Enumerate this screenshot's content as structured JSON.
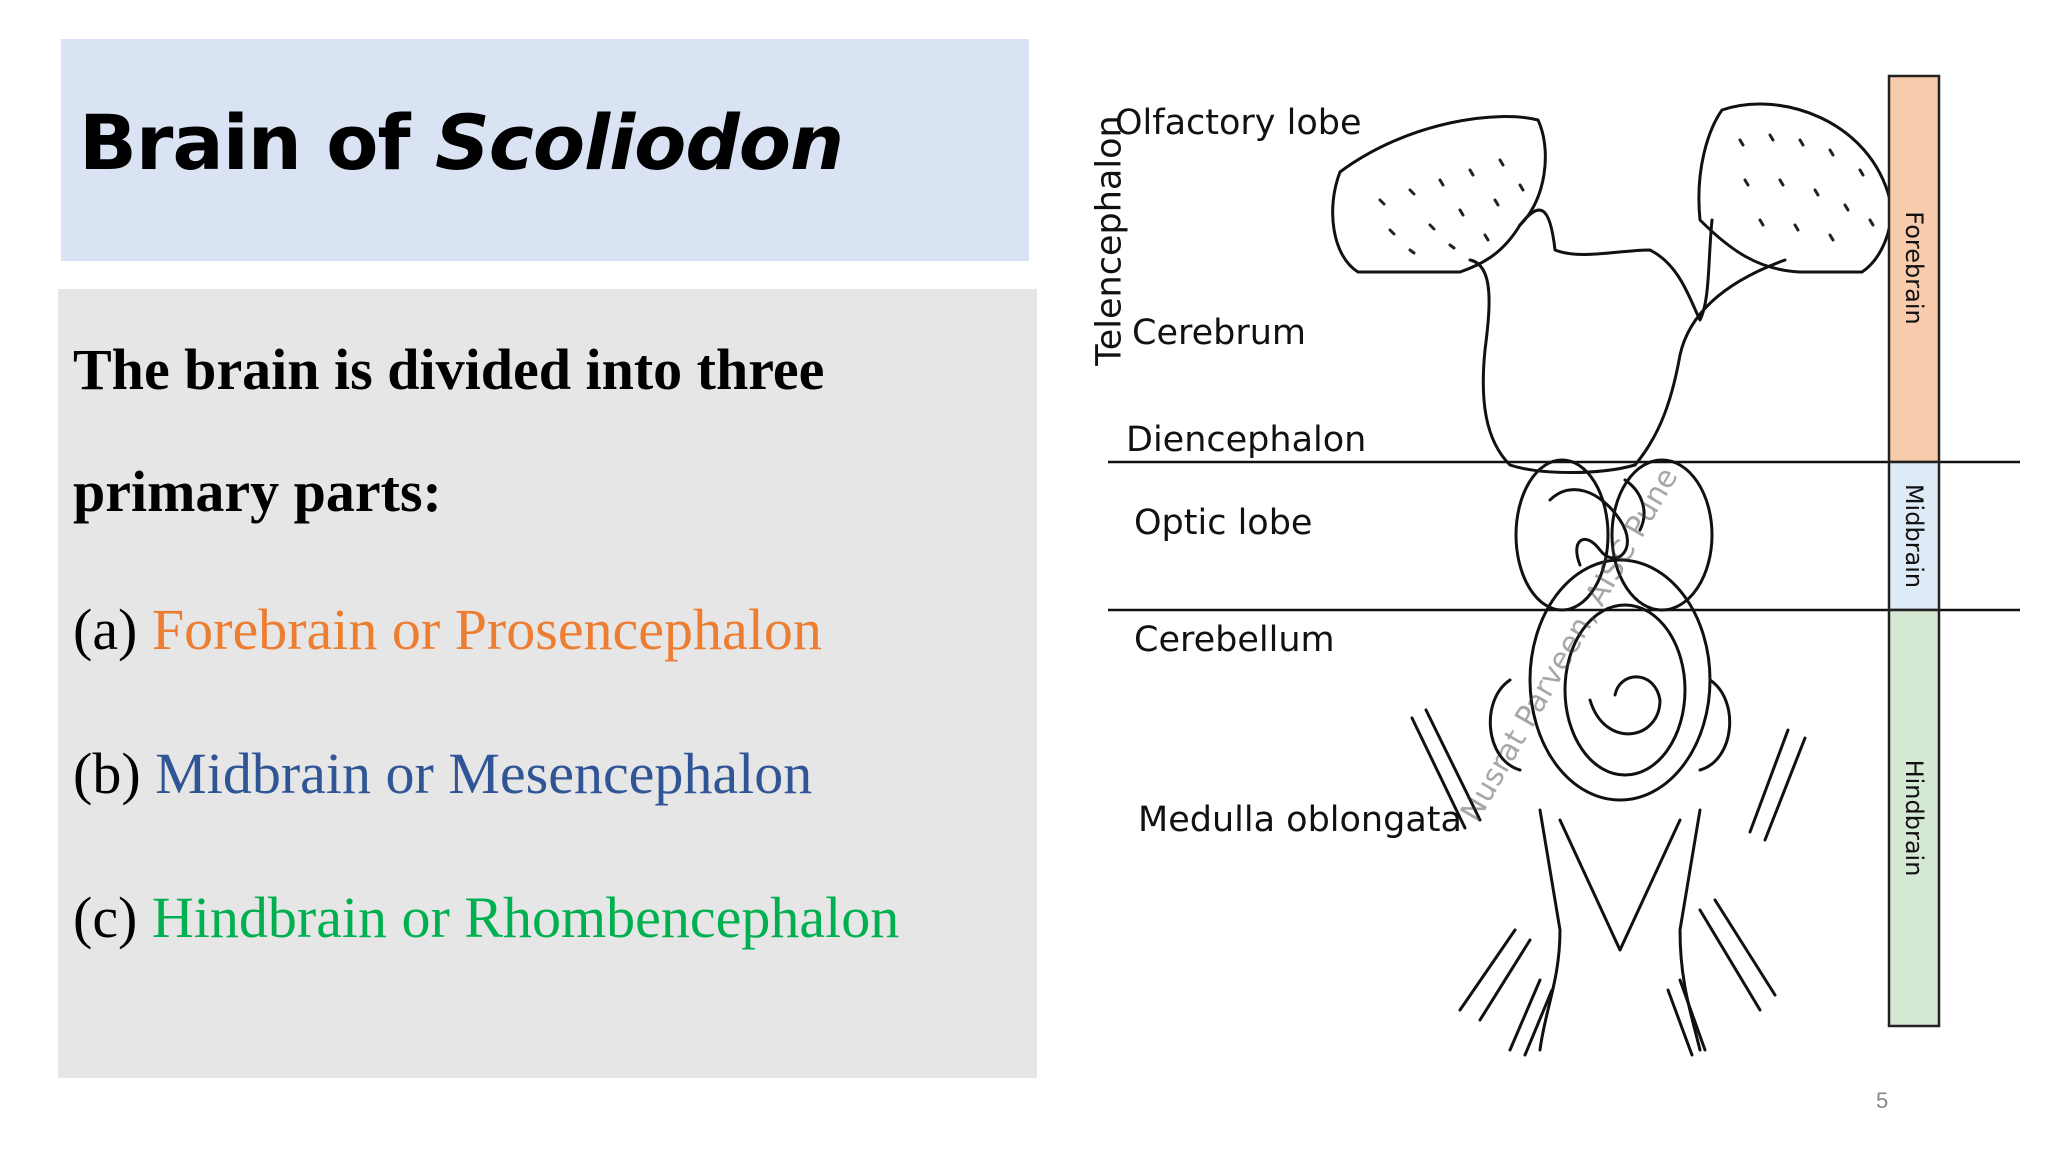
{
  "slide": {
    "title_regular": "Brain of ",
    "title_italic": "Scoliodon",
    "intro_line1": "The brain is divided into three",
    "intro_line2": "primary parts:",
    "items": [
      {
        "prefix": "(a) ",
        "text": "Forebrain or Prosencephalon",
        "color": "#ed7d31"
      },
      {
        "prefix": "(b) ",
        "text": "Midbrain or Mesencephalon",
        "color": "#2f5597"
      },
      {
        "prefix": "(c) ",
        "text": "Hindbrain or Rhombencephalon",
        "color": "#00b050"
      }
    ],
    "page_number": "5"
  },
  "diagram": {
    "labels": {
      "olfactory_lobe": "Olfactory lobe",
      "cerebrum": "Cerebrum",
      "diencephalon": "Diencephalon",
      "optic_lobe": "Optic lobe",
      "cerebellum": "Cerebellum",
      "medulla": "Medulla oblongata",
      "telencephalon": "Telencephalon"
    },
    "regions": {
      "forebrain": {
        "label": "Forebrain",
        "color": "#f8cbad"
      },
      "midbrain": {
        "label": "Midbrain",
        "color": "#deebf7"
      },
      "hindbrain": {
        "label": "Hindbrain",
        "color": "#d5e8d4"
      }
    },
    "watermark": "Nusrat Parveen, AISC Pune"
  }
}
